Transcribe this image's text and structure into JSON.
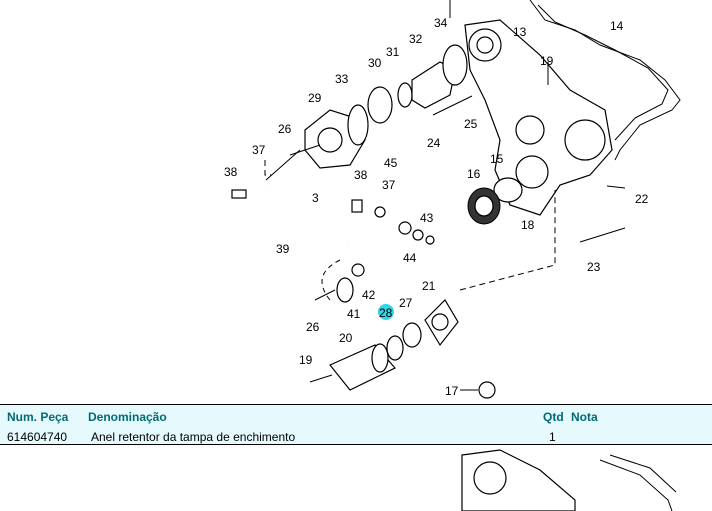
{
  "callouts": {
    "c3": "3",
    "c13": "13",
    "c14": "14",
    "c15": "15",
    "c16": "16",
    "c17": "17",
    "c18": "18",
    "c19a": "19",
    "c19b": "19",
    "c20": "20",
    "c21": "21",
    "c22": "22",
    "c23": "23",
    "c24": "24",
    "c25": "25",
    "c26a": "26",
    "c26b": "26",
    "c27": "27",
    "c28": "28",
    "c29": "29",
    "c30": "30",
    "c31": "31",
    "c32": "32",
    "c33": "33",
    "c34": "34",
    "c37a": "37",
    "c37b": "37",
    "c38a": "38",
    "c38b": "38",
    "c39": "39",
    "c41": "41",
    "c42": "42",
    "c43": "43",
    "c44": "44",
    "c45": "45"
  },
  "highlight_color": "#33d6e6",
  "parts_table": {
    "headers": {
      "part_number": "Num. Peça",
      "description": "Denominação",
      "qty": "Qtd",
      "note": "Nota"
    },
    "rows": [
      {
        "part_number": "614604740",
        "description": "Anel retentor da tampa de enchimento",
        "qty": "1",
        "note": ""
      }
    ]
  }
}
